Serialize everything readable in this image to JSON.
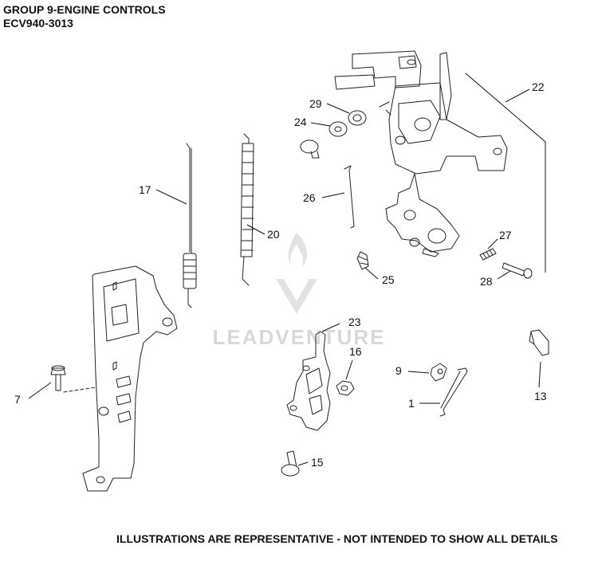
{
  "header": {
    "title": "GROUP 9-ENGINE CONTROLS",
    "model": "ECV940-3013"
  },
  "footer": {
    "note": "ILLUSTRATIONS ARE REPRESENTATIVE - NOT INTENDED TO SHOW ALL DETAILS"
  },
  "watermark": {
    "text": "LEADVENTURE"
  },
  "callouts": [
    {
      "id": "c22",
      "label": "22"
    },
    {
      "id": "c29",
      "label": "29"
    },
    {
      "id": "c24",
      "label": "24"
    },
    {
      "id": "c17",
      "label": "17"
    },
    {
      "id": "c20",
      "label": "20"
    },
    {
      "id": "c26",
      "label": "26"
    },
    {
      "id": "c27",
      "label": "27"
    },
    {
      "id": "c28",
      "label": "28"
    },
    {
      "id": "c25",
      "label": "25"
    },
    {
      "id": "c23",
      "label": "23"
    },
    {
      "id": "c16",
      "label": "16"
    },
    {
      "id": "c9",
      "label": "9"
    },
    {
      "id": "c13",
      "label": "13"
    },
    {
      "id": "c1",
      "label": "1"
    },
    {
      "id": "c7",
      "label": "7"
    },
    {
      "id": "c15",
      "label": "15"
    }
  ]
}
